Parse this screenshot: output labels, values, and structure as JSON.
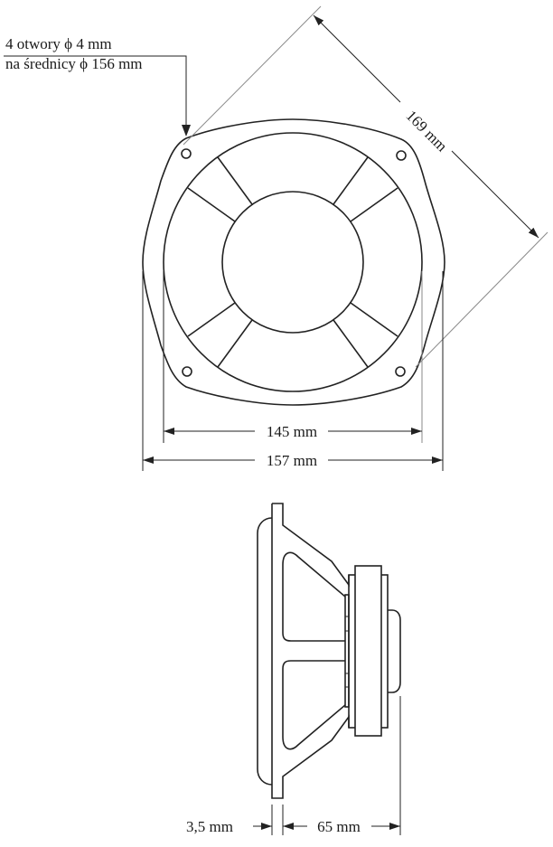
{
  "figure": {
    "type": "technical-drawing",
    "subject": "loudspeaker mounting dimensions",
    "views": [
      "front",
      "side"
    ]
  },
  "mounting_note": {
    "line1": "4 otwory  ϕ 4 mm",
    "line2": "na średnicy ϕ 156 mm"
  },
  "dimensions": {
    "diagonal": "169 mm",
    "inner_width": "145 mm",
    "outer_width": "157 mm",
    "flange_thickness": "3,5 mm",
    "depth": "65 mm"
  },
  "colors": {
    "line": "#222222",
    "extension_line": "#8a8a8a",
    "background": "#ffffff"
  }
}
